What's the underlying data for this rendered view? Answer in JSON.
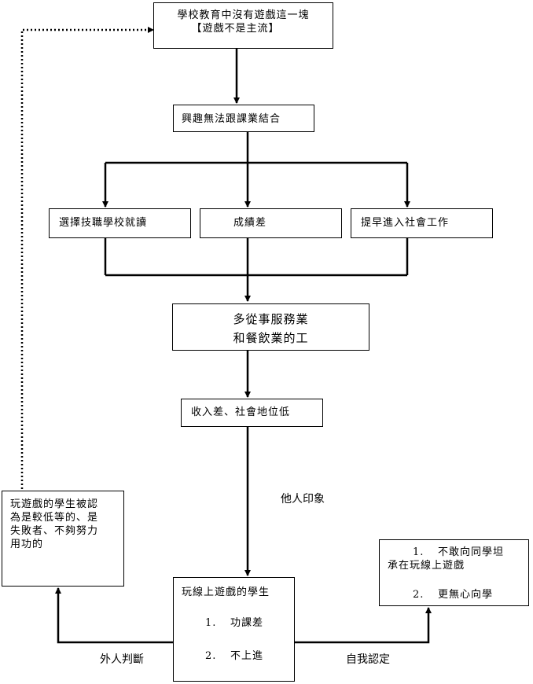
{
  "nodes": {
    "top": {
      "lines": [
        "學校教育中沒有遊戲這一塊",
        "【遊戲不是主流】"
      ]
    },
    "interest": {
      "text": "興趣無法跟課業結合"
    },
    "vocational": {
      "text": "選擇技職學校就讀"
    },
    "grades": {
      "text": "成績差"
    },
    "early_work": {
      "text": "提早進入社會工作"
    },
    "service": {
      "lines": [
        "多從事服務業",
        "和餐飲業的工"
      ]
    },
    "income": {
      "text": "收入差、社會地位低"
    },
    "gamer": {
      "title": "玩線上遊戲的學生",
      "items": [
        {
          "num": "1.",
          "text": "功課差"
        },
        {
          "num": "2.",
          "text": "不上進"
        }
      ]
    },
    "perceived": {
      "lines": [
        "玩遊戲的學生被認",
        "為是較低等的、是",
        "失敗者、不夠努力",
        "用功的"
      ]
    },
    "self": {
      "items": [
        {
          "num": "1.",
          "text_lines": [
            "不敢向同學坦",
            "承在玩線上遊戲"
          ]
        },
        {
          "num": "2.",
          "text_lines": [
            "更無心向學"
          ]
        }
      ]
    }
  },
  "labels": {
    "others_impression": "他人印象",
    "outsider_judgment": "外人判斷",
    "self_identity": "自我認定"
  }
}
